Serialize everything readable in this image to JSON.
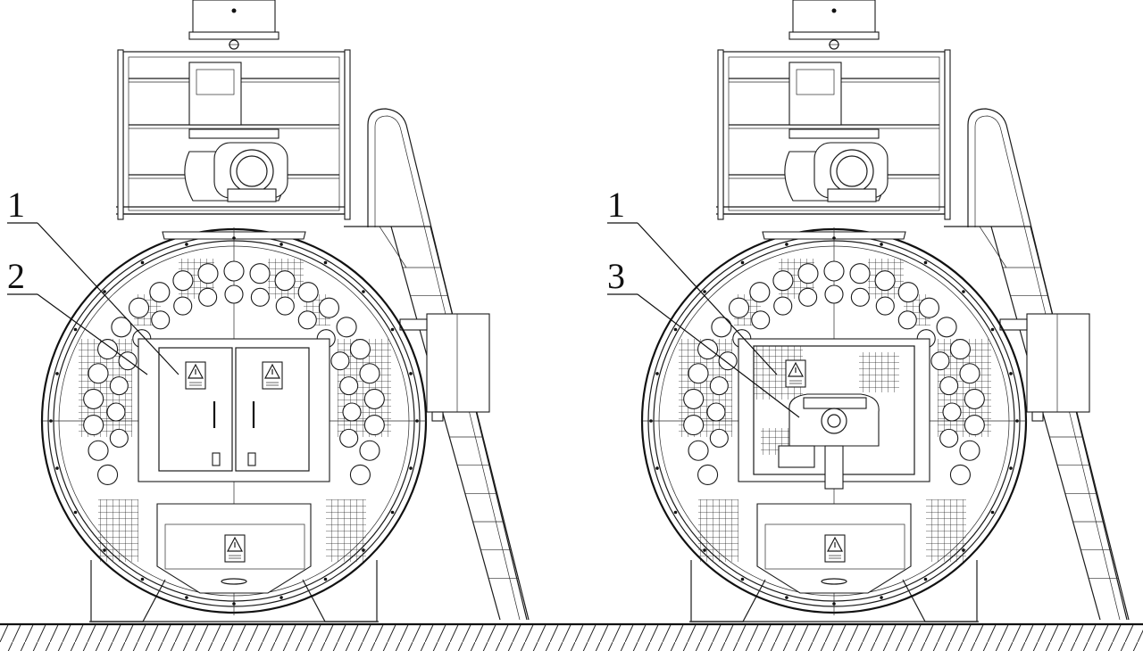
{
  "colors": {
    "line": "#1a1a1a",
    "background": "#ffffff"
  },
  "views": [
    {
      "id": "left",
      "callouts": [
        "1",
        "2"
      ]
    },
    {
      "id": "right",
      "callouts": [
        "1",
        "3"
      ]
    }
  ],
  "icons": [
    "warning-triangle-icon",
    "ground-hatch"
  ]
}
